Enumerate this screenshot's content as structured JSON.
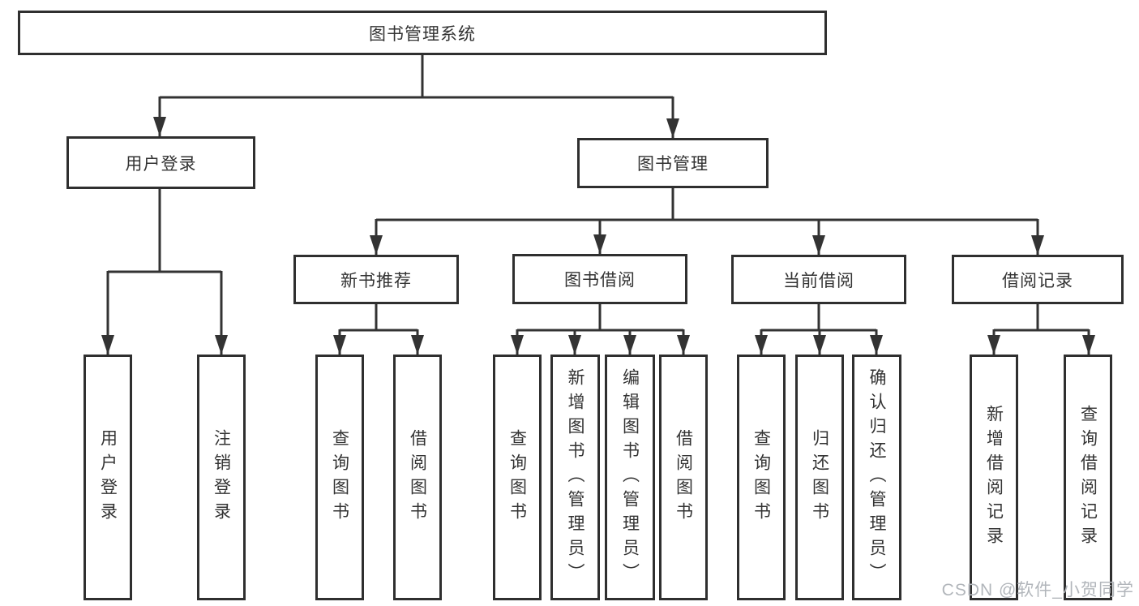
{
  "tree": {
    "root": {
      "label": "图书管理系统",
      "children": [
        {
          "label": "用户登录",
          "children": [
            {
              "label": "用户登录"
            },
            {
              "label": "注销登录"
            }
          ]
        },
        {
          "label": "图书管理",
          "children": [
            {
              "label": "新书推荐",
              "children": [
                {
                  "label": "查询图书"
                },
                {
                  "label": "借阅图书"
                }
              ]
            },
            {
              "label": "图书借阅",
              "children": [
                {
                  "label": "查询图书"
                },
                {
                  "label": "新增图书（管理员）"
                },
                {
                  "label": "编辑图书（管理员）"
                },
                {
                  "label": "借阅图书"
                }
              ]
            },
            {
              "label": "当前借阅",
              "children": [
                {
                  "label": "查询图书"
                },
                {
                  "label": "归还图书"
                },
                {
                  "label": "确认归还（管理员）"
                }
              ]
            },
            {
              "label": "借阅记录",
              "children": [
                {
                  "label": "新增借阅记录"
                },
                {
                  "label": "查询借阅记录"
                }
              ]
            }
          ]
        }
      ]
    }
  },
  "watermark": {
    "text": "CSDN @软件_小贺同学"
  },
  "colors": {
    "line": "#333333",
    "box_border": "#2f2f2f",
    "box_fill": "#ffffff",
    "text": "#333333",
    "watermark": "#b2b6bb"
  }
}
